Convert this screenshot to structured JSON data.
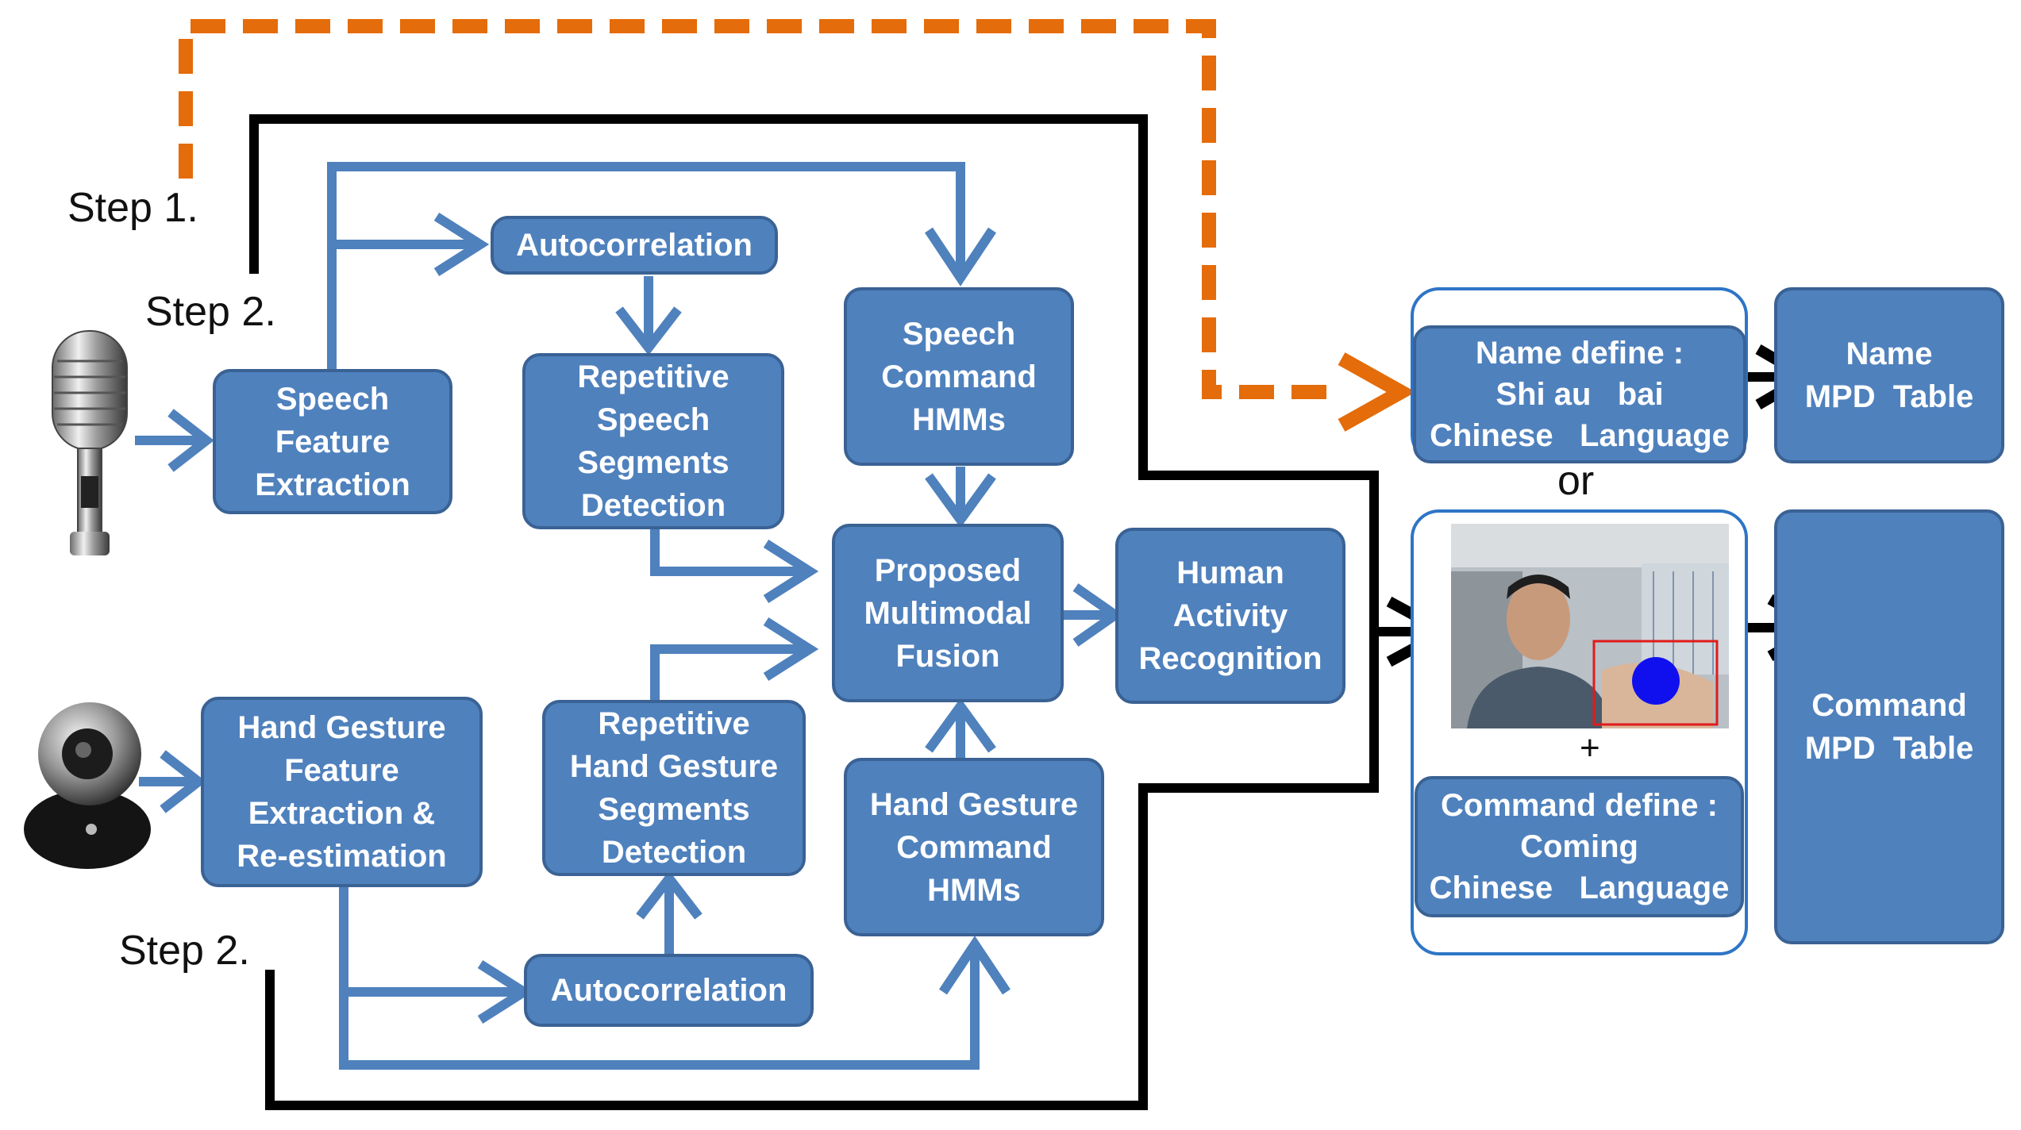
{
  "steps": {
    "step1": "Step 1.",
    "step2_top": "Step 2.",
    "step2_bottom": "Step 2."
  },
  "boxes": {
    "speech_feature": [
      "Speech",
      "Feature",
      "Extraction"
    ],
    "autocorr_top": [
      "Autocorrelation"
    ],
    "rep_speech": [
      "Repetitive",
      "Speech",
      "Segments",
      "Detection"
    ],
    "speech_hmm": [
      "Speech",
      "Command",
      "HMMs"
    ],
    "fusion": [
      "Proposed",
      "Multimodal",
      "Fusion"
    ],
    "human_activity": [
      "Human",
      "Activity",
      "Recognition"
    ],
    "hand_feature": [
      "Hand Gesture",
      "Feature",
      "Extraction &",
      "Re-estimation"
    ],
    "rep_hand": [
      "Repetitive",
      "Hand Gesture",
      "Segments",
      "Detection"
    ],
    "hand_hmm": [
      "Hand Gesture",
      "Command",
      "HMMs"
    ],
    "autocorr_bottom": [
      "Autocorrelation"
    ],
    "name_define": [
      "Name define :",
      "Shi au   bai",
      "Chinese   Language"
    ],
    "name_mpd": [
      "Name",
      "MPD  Table"
    ],
    "command_define": [
      "Command define :",
      "Coming",
      "Chinese   Language"
    ],
    "command_mpd": [
      "Command",
      "MPD  Table"
    ]
  },
  "or_label": "or",
  "plus_label": "+",
  "colors": {
    "box_fill": "#4f81bd",
    "arrow_blue": "#4f81bd",
    "dashed_orange": "#e46c0a",
    "frame_blue": "#2e75c6",
    "line_black": "#000000"
  },
  "icons": {
    "microphone": "microphone-icon",
    "webcam": "webcam-icon",
    "photo": "hand-gesture-photo"
  }
}
